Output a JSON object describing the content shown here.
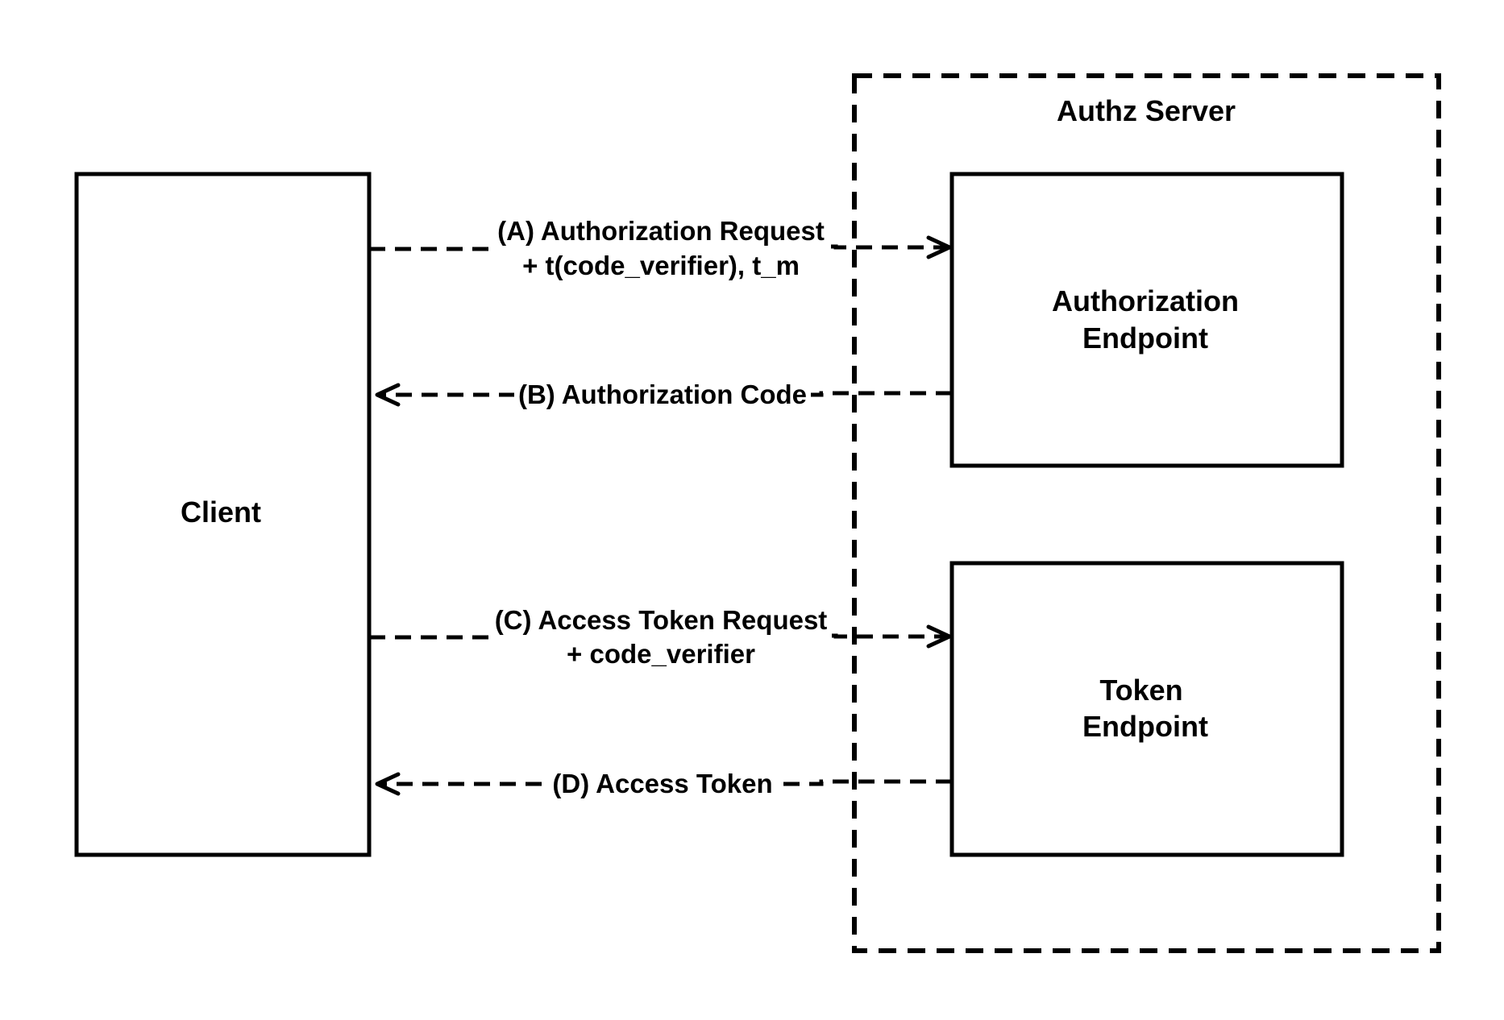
{
  "diagram": {
    "nodes": {
      "client": {
        "label": "Client"
      },
      "authz_server": {
        "label": "Authz Server"
      },
      "authorization_endpoint": {
        "line1": "Authorization",
        "line2": "Endpoint"
      },
      "token_endpoint": {
        "line1": "Token",
        "line2": "Endpoint"
      }
    },
    "edges": {
      "a": {
        "line1": "(A) Authorization Request",
        "line2": "+ t(code_verifier), t_m",
        "from": "client",
        "to": "authorization_endpoint"
      },
      "b": {
        "line1": "(B) Authorization Code",
        "from": "authorization_endpoint",
        "to": "client"
      },
      "c": {
        "line1": "(C) Access Token Request",
        "line2": "+ code_verifier",
        "from": "client",
        "to": "token_endpoint"
      },
      "d": {
        "line1": "(D) Access Token",
        "from": "token_endpoint",
        "to": "client"
      }
    },
    "colors": {
      "stroke": "#000000",
      "background": "#ffffff"
    }
  }
}
